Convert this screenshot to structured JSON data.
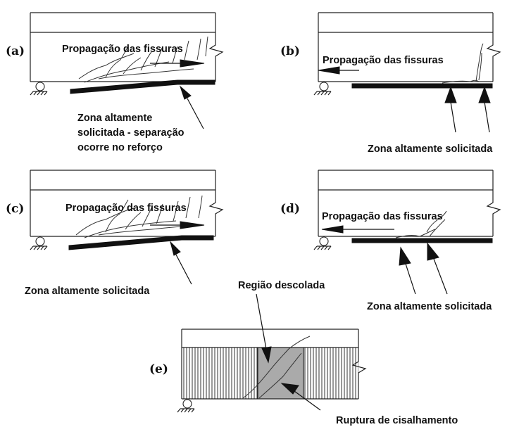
{
  "panels": {
    "a": {
      "letter": "(a)",
      "propagation": "Propagação das fissuras",
      "zone_lines": [
        "Zona altamente",
        "solicitada  - separação",
        "ocorre no reforço"
      ]
    },
    "b": {
      "letter": "(b)",
      "propagation": "Propagação das fissuras",
      "zone": "Zona altamente solicitada"
    },
    "c": {
      "letter": "(c)",
      "propagation": "Propagação das fissuras",
      "zone": "Zona altamente solicitada"
    },
    "d": {
      "letter": "(d)",
      "propagation": "Propagação das fissuras",
      "zone": "Zona altamente solicitada"
    },
    "e": {
      "letter": "(e)",
      "region": "Região descolada",
      "rupture": "Ruptura de cisalhamento"
    }
  }
}
